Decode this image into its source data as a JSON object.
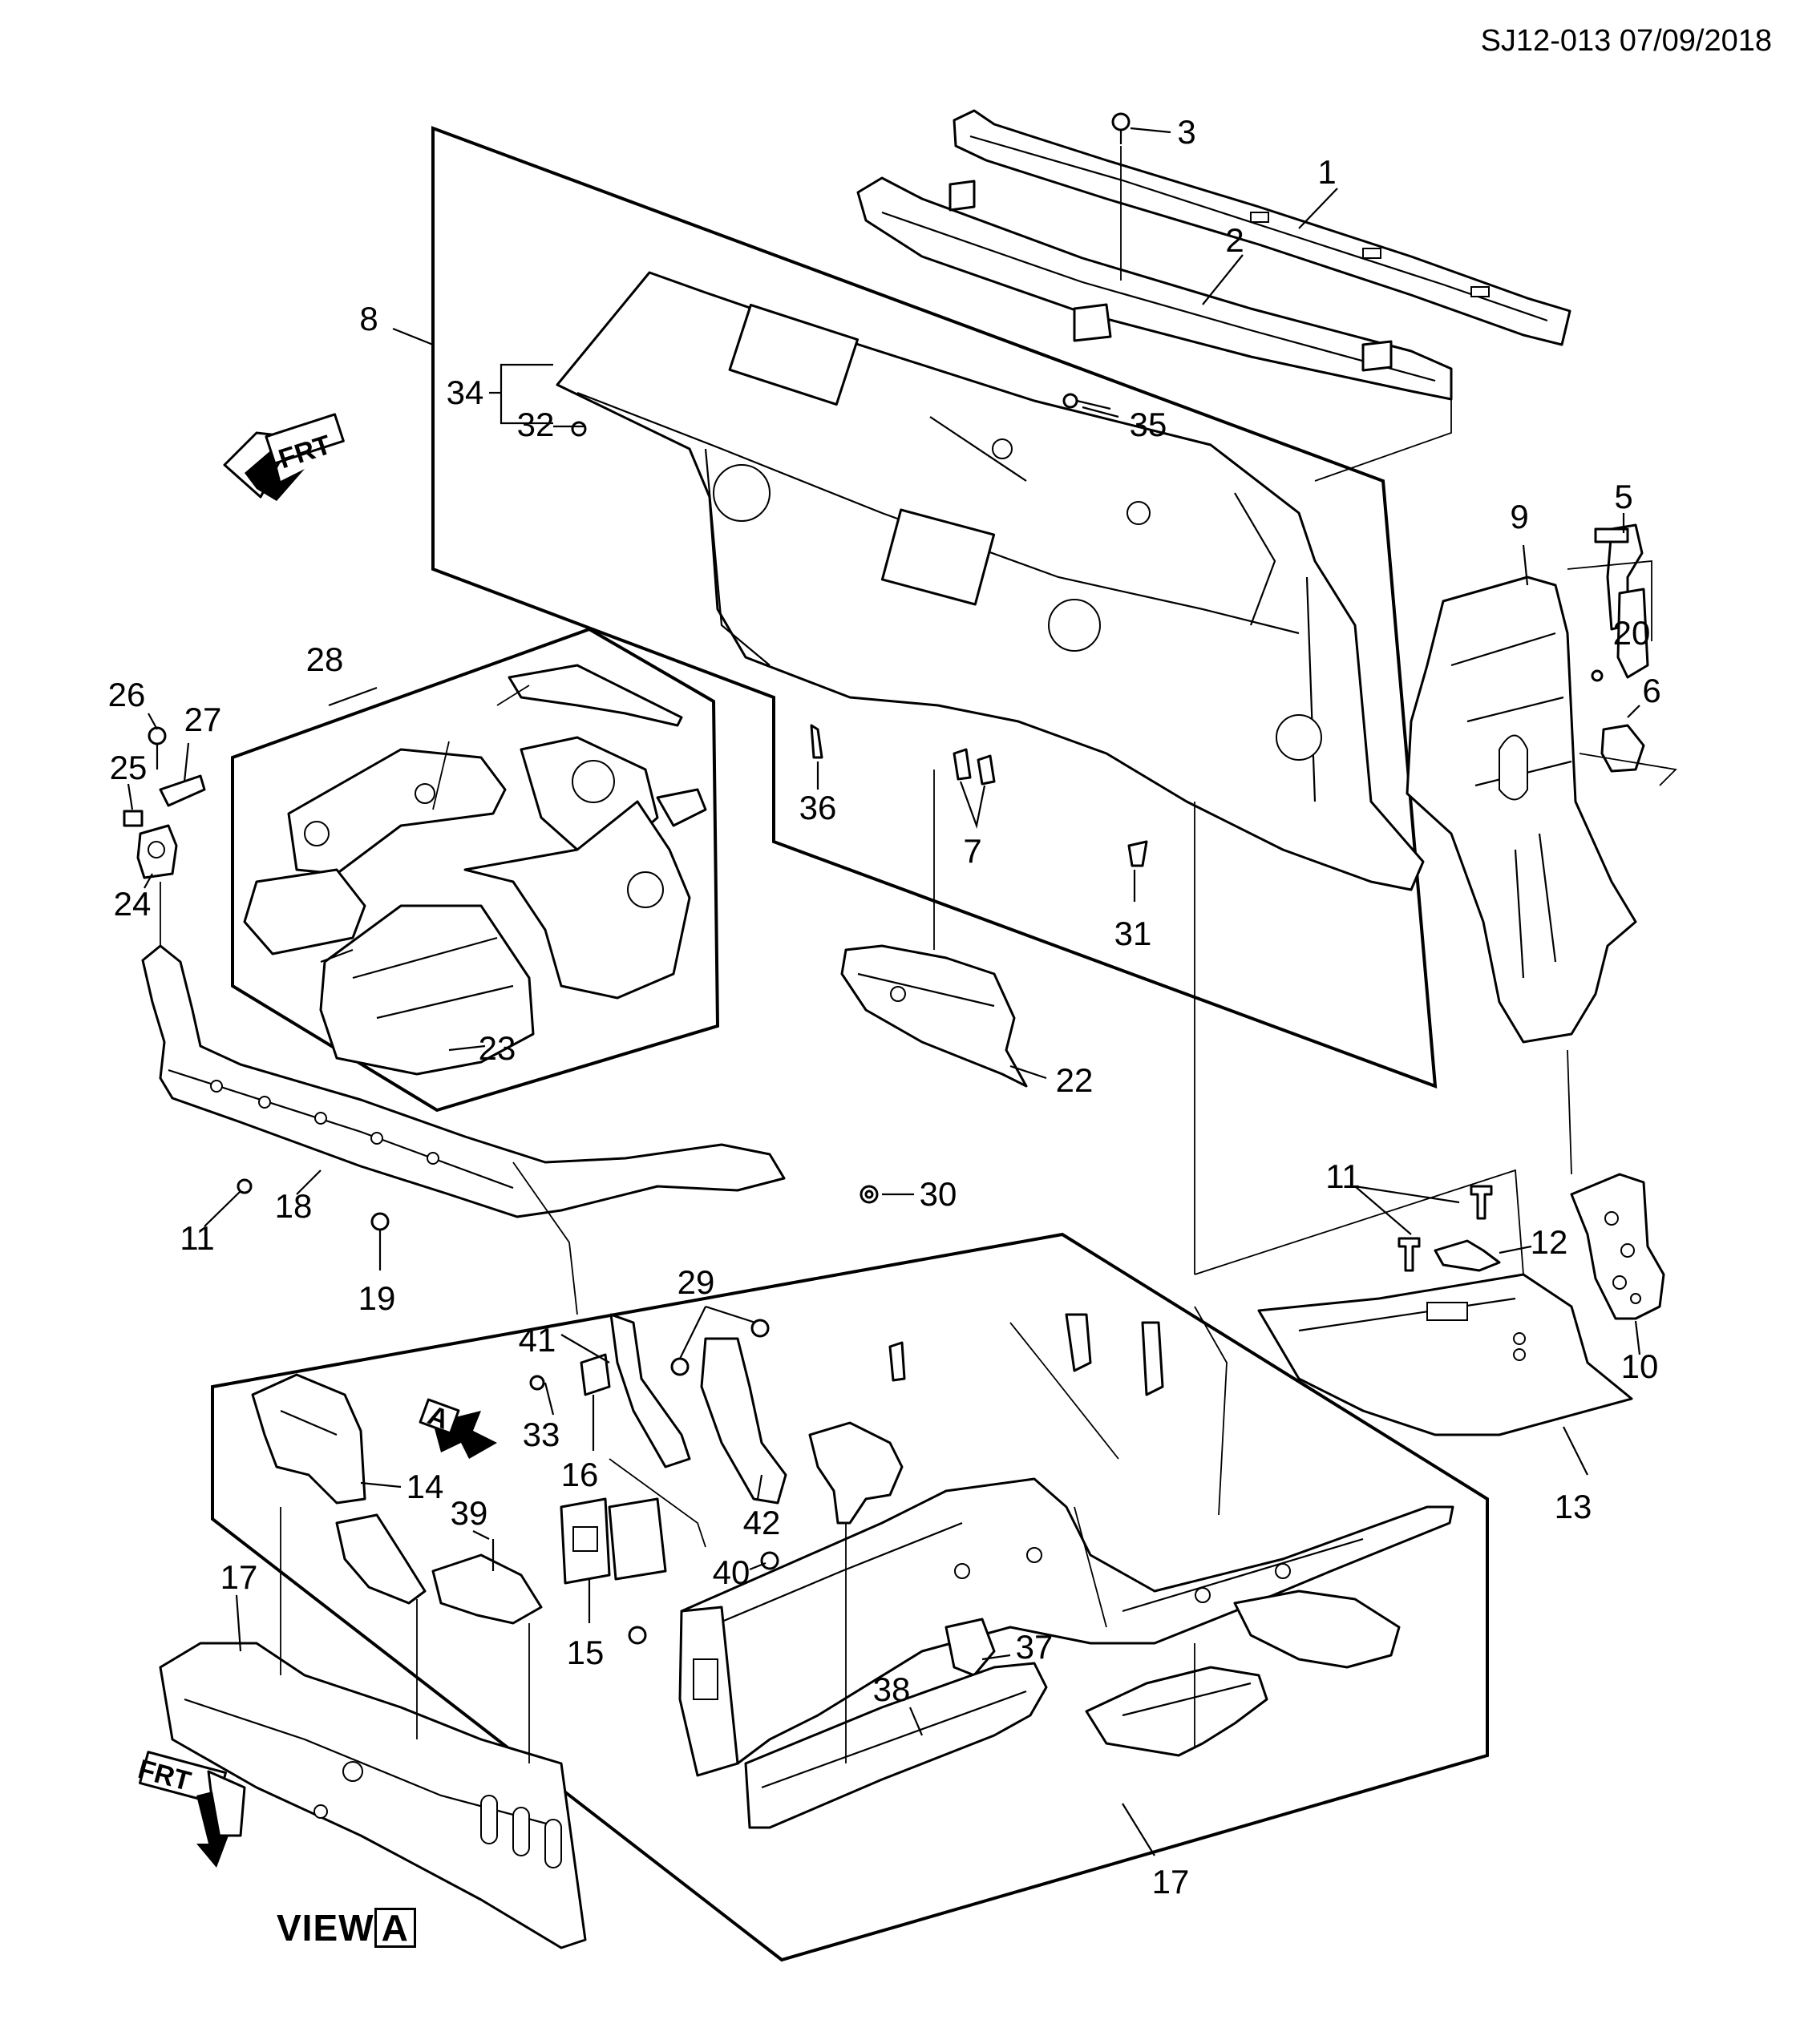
{
  "doc_code": "SJ12-013 07/09/2018",
  "view_label": "VIEW",
  "view_id": "A",
  "arrow_text": "FRT",
  "callouts": {
    "c1": "1",
    "c2": "2",
    "c3": "3",
    "c5": "5",
    "c6": "6",
    "c7": "7",
    "c8": "8",
    "c9": "9",
    "c10": "10",
    "c11a": "11",
    "c11b": "11",
    "c12": "12",
    "c13": "13",
    "c14": "14",
    "c15": "15",
    "c16": "16",
    "c17a": "17",
    "c17b": "17",
    "c18": "18",
    "c19": "19",
    "c20": "20",
    "c22": "22",
    "c23": "23",
    "c24": "24",
    "c25": "25",
    "c26": "26",
    "c27": "27",
    "c28": "28",
    "c29": "29",
    "c30": "30",
    "c31": "31",
    "c32": "32",
    "c33": "33",
    "c34": "34",
    "c35": "35",
    "c36": "36",
    "c37": "37",
    "c38": "38",
    "c39": "39",
    "c40": "40",
    "c41": "41",
    "c42": "42"
  }
}
